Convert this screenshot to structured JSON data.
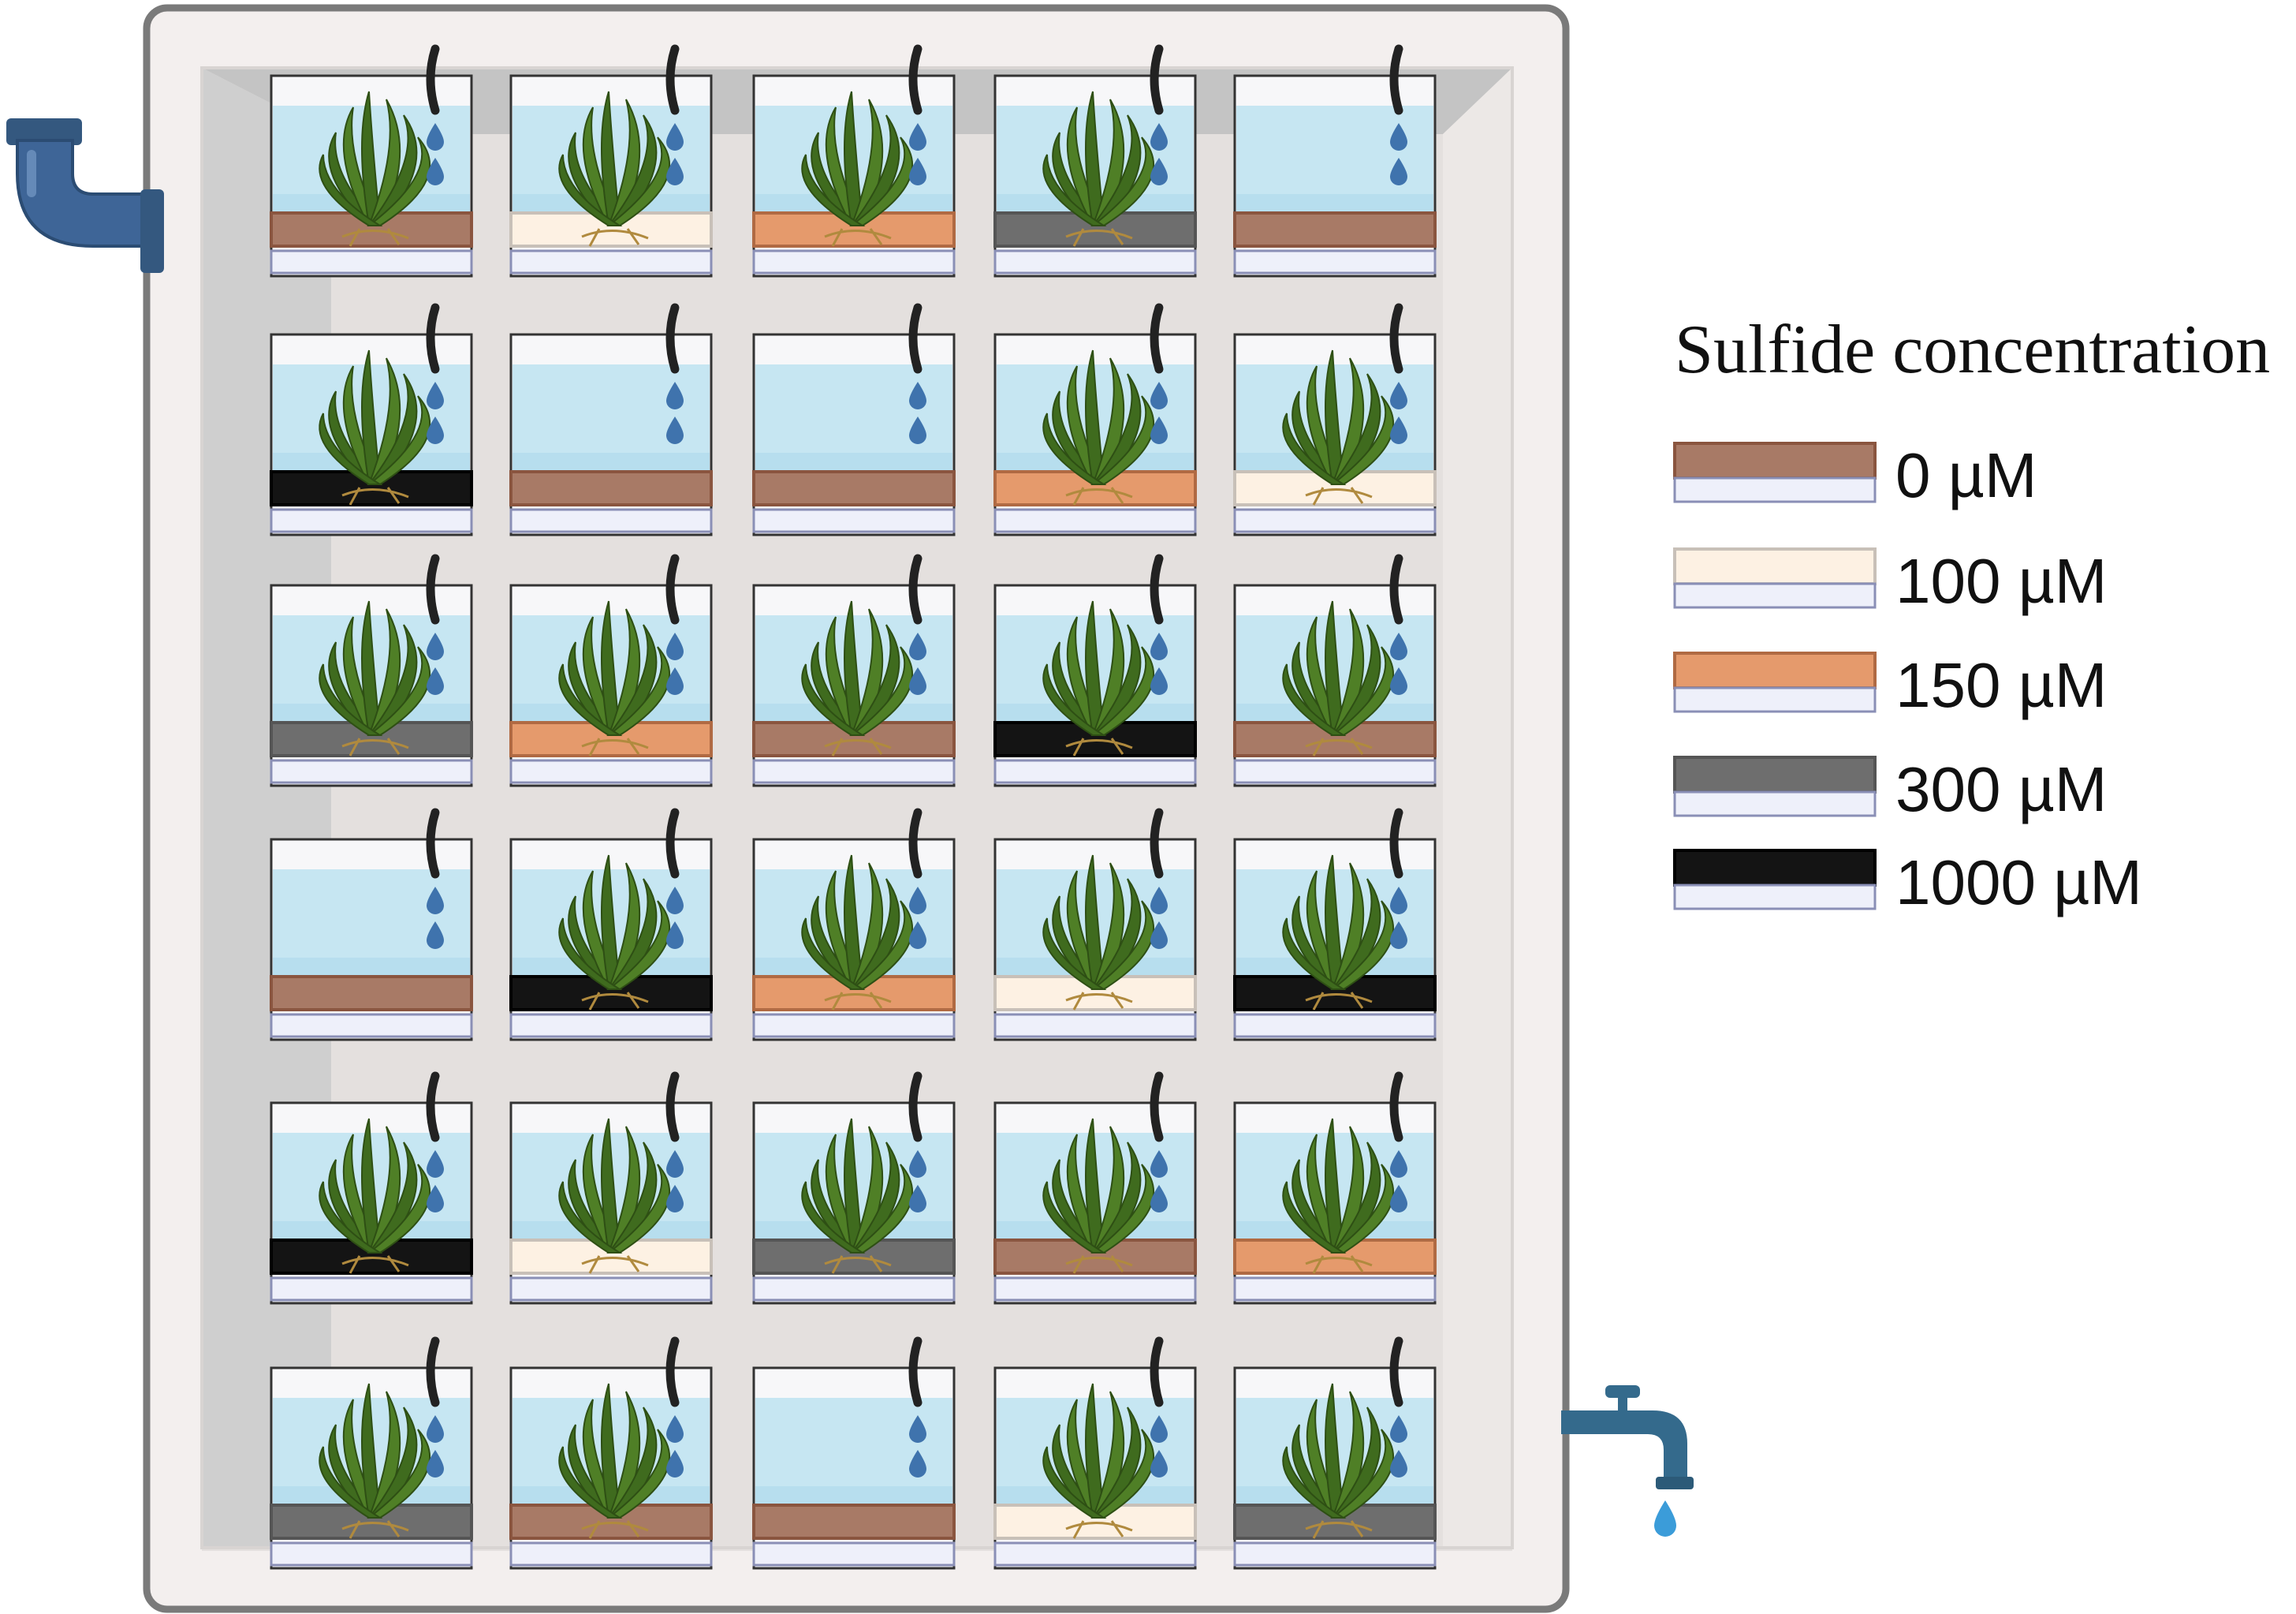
{
  "legend": {
    "title": "Sulfide concentration",
    "items": [
      {
        "key": "0",
        "label": "0 µM",
        "color": "#a87a66",
        "border": "#8a553f"
      },
      {
        "key": "100",
        "label": "100 µM",
        "color": "#fdf1e3",
        "border": "#c8c0b8"
      },
      {
        "key": "150",
        "label": "150 µM",
        "color": "#e59a6c",
        "border": "#b06a43"
      },
      {
        "key": "300",
        "label": "300 µM",
        "color": "#6e6e6e",
        "border": "#555555"
      },
      {
        "key": "1000",
        "label": "1000 µM",
        "color": "#141414",
        "border": "#000000"
      }
    ]
  },
  "colors": {
    "tank_frame": "#f3efee",
    "tank_outline": "#7a7a7a",
    "tank_floor": "#e4e0de",
    "tank_wall_shade": "#c4c4c4",
    "water": "#c6e6f2",
    "water_deep": "#a7d6ea",
    "tube": "#222222",
    "drop": "#3f73ad",
    "seagrass": "#3f6b1e",
    "pipe": "#3e6597",
    "faucet": "#346a8c",
    "faucet_drop": "#3b9cd9"
  },
  "grid": {
    "rows": [
      [
        {
          "sediment": "0",
          "plant": true
        },
        {
          "sediment": "100",
          "plant": true
        },
        {
          "sediment": "150",
          "plant": true
        },
        {
          "sediment": "300",
          "plant": true
        },
        {
          "sediment": "0",
          "plant": false
        }
      ],
      [
        {
          "sediment": "1000",
          "plant": true
        },
        {
          "sediment": "0",
          "plant": false
        },
        {
          "sediment": "0",
          "plant": false
        },
        {
          "sediment": "150",
          "plant": true
        },
        {
          "sediment": "100",
          "plant": true
        }
      ],
      [
        {
          "sediment": "300",
          "plant": true
        },
        {
          "sediment": "150",
          "plant": true
        },
        {
          "sediment": "0",
          "plant": true
        },
        {
          "sediment": "1000",
          "plant": true
        },
        {
          "sediment": "0",
          "plant": true
        }
      ],
      [
        {
          "sediment": "0",
          "plant": false
        },
        {
          "sediment": "1000",
          "plant": true
        },
        {
          "sediment": "150",
          "plant": true
        },
        {
          "sediment": "100",
          "plant": true
        },
        {
          "sediment": "1000",
          "plant": true
        }
      ],
      [
        {
          "sediment": "1000",
          "plant": true
        },
        {
          "sediment": "100",
          "plant": true
        },
        {
          "sediment": "300",
          "plant": true
        },
        {
          "sediment": "0",
          "plant": true
        },
        {
          "sediment": "150",
          "plant": true
        }
      ],
      [
        {
          "sediment": "300",
          "plant": true
        },
        {
          "sediment": "0",
          "plant": true
        },
        {
          "sediment": "0",
          "plant": false
        },
        {
          "sediment": "100",
          "plant": true
        },
        {
          "sediment": "300",
          "plant": true
        }
      ]
    ]
  },
  "icons": {
    "inlet": "inlet-pipe-icon",
    "outlet": "faucet-icon",
    "drip": "water-drop-icon",
    "plant": "seagrass-icon"
  }
}
